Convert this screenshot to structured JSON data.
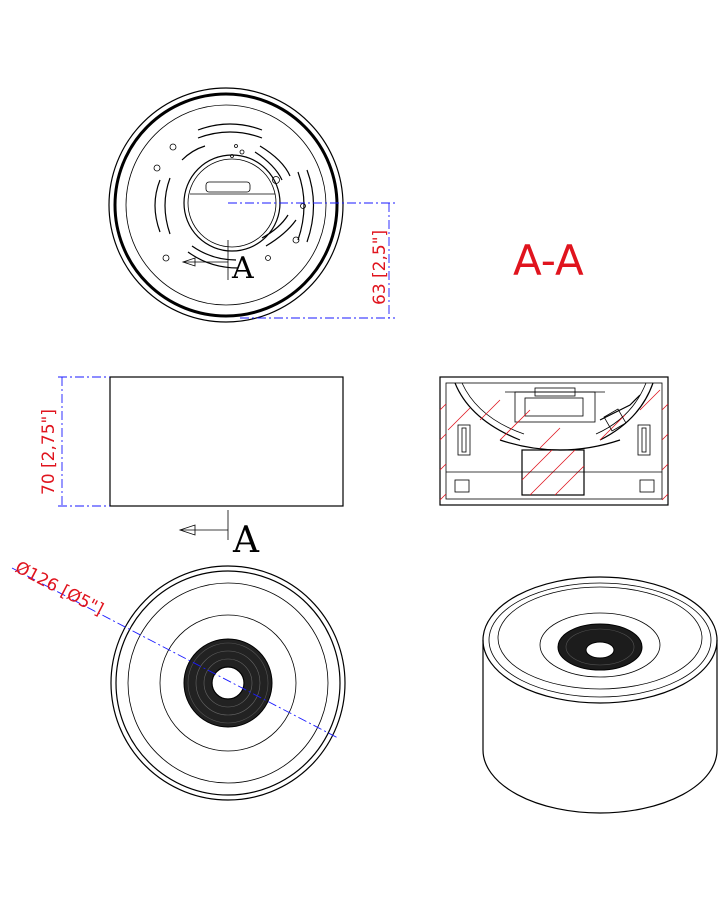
{
  "colors": {
    "line": "#000000",
    "dimension_text": "#e0141e",
    "center_line": "#1a1aff"
  },
  "labels": {
    "section_title": "A-A",
    "section_marker_top": "A",
    "section_marker_front": "A",
    "dim_height_top": "63 [2,5\"]",
    "dim_height_front": "70 [2,75\"]",
    "dim_diameter": "Ø126 [Ø5\"]"
  }
}
